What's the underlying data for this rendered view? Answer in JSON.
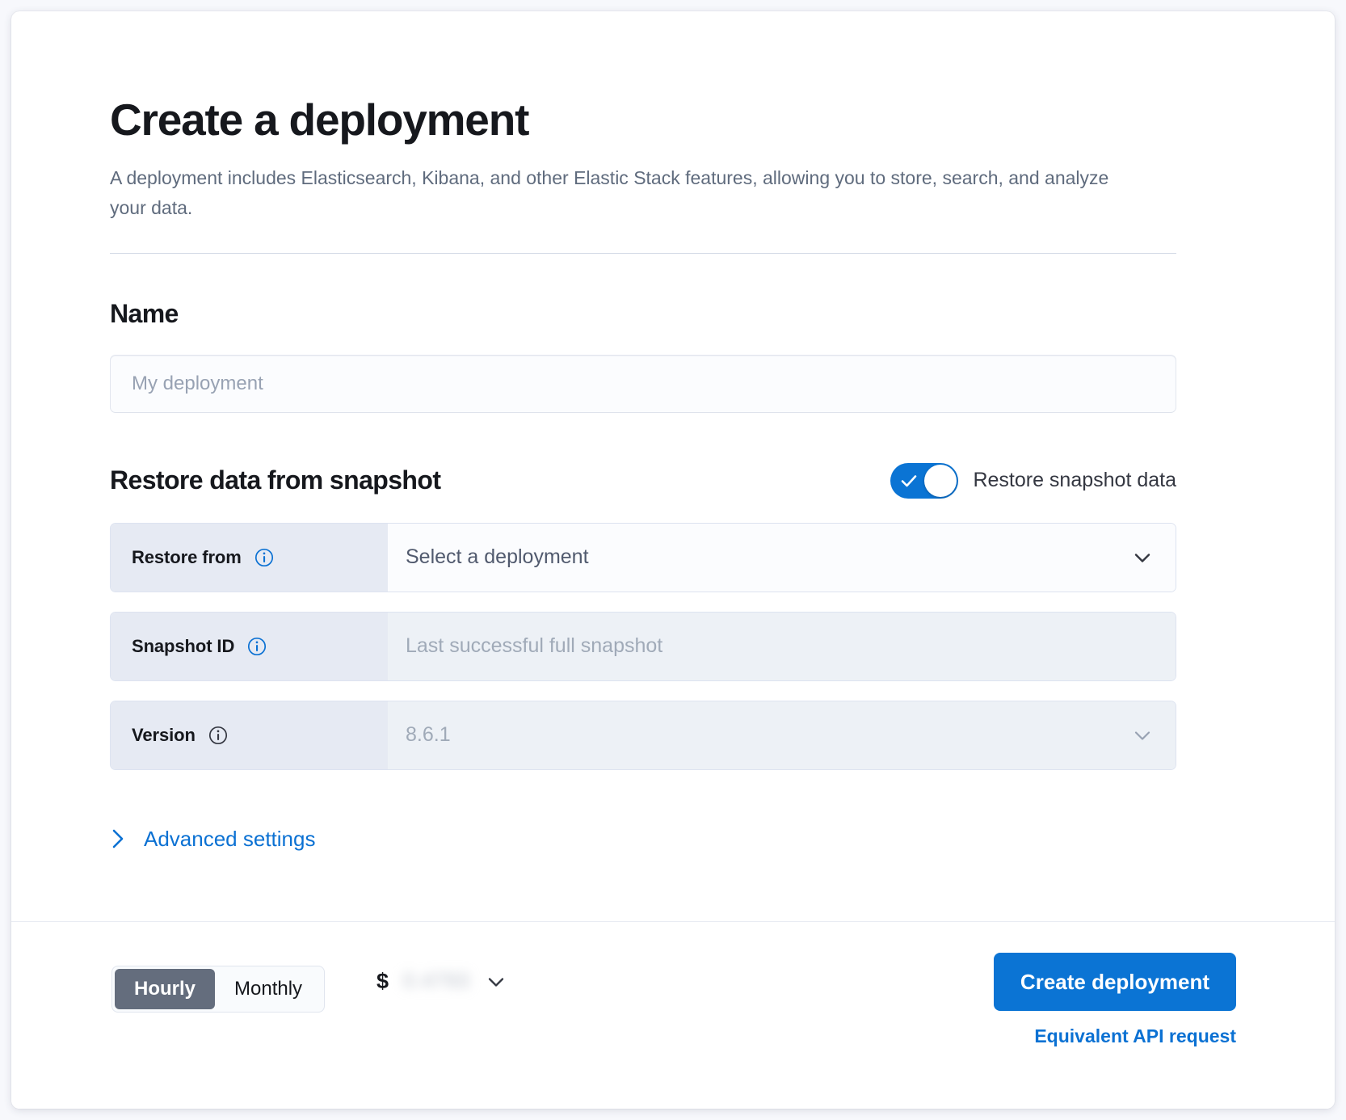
{
  "page": {
    "title": "Create a deployment",
    "subtitle": "A deployment includes Elasticsearch, Kibana, and other Elastic Stack features, allowing you to store, search, and analyze your data."
  },
  "name_section": {
    "heading": "Name",
    "input_value": "",
    "input_placeholder": "My deployment"
  },
  "restore_section": {
    "heading": "Restore data from snapshot",
    "toggle_label": "Restore snapshot data",
    "toggle_on": true,
    "rows": [
      {
        "label": "Restore from",
        "info_icon": "info-icon",
        "value": "Select a deployment",
        "state": "enabled",
        "has_chevron": true
      },
      {
        "label": "Snapshot ID",
        "info_icon": "info-icon",
        "value": "Last successful full snapshot",
        "state": "disabled",
        "has_chevron": false
      },
      {
        "label": "Version",
        "info_icon": "info-icon",
        "value": "8.6.1",
        "state": "disabled",
        "has_chevron": true
      }
    ],
    "advanced_link": "Advanced settings",
    "advanced_icon": "chevron-right-icon"
  },
  "footer": {
    "billing_options": [
      "Hourly",
      "Monthly"
    ],
    "billing_selected": "Hourly",
    "price_symbol": "$",
    "price_value": "0.4793",
    "price_chevron": "chevron-down-icon",
    "create_button": "Create deployment",
    "api_link": "Equivalent API request"
  },
  "colors": {
    "accent": "#0b74d4",
    "link": "#0b71d3",
    "prepend_bg": "#e6eaf3",
    "segment_active_bg": "#646d7d"
  }
}
